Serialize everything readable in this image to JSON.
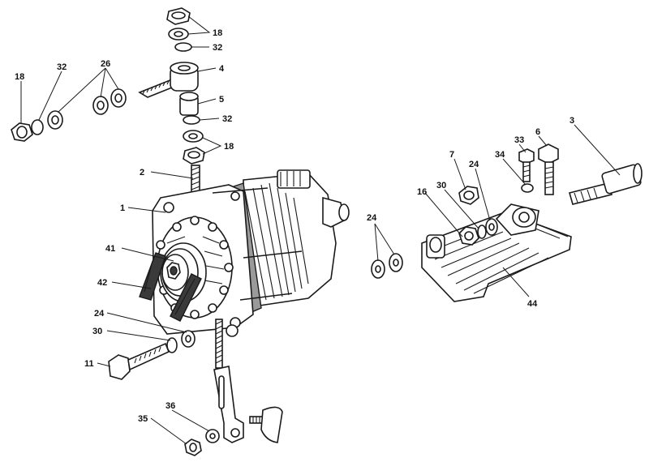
{
  "callouts": {
    "c1": "1",
    "c2": "2",
    "c3": "3",
    "c4": "4",
    "c5": "5",
    "c6": "6",
    "c7": "7",
    "c11": "11",
    "c16": "16",
    "c18_top": "18",
    "c18_left": "18",
    "c18_mid": "18",
    "c24_right": "24",
    "c24_bracket": "24",
    "c24_left": "24",
    "c26": "26",
    "c30_bracket": "30",
    "c30_left": "30",
    "c32_top": "32",
    "c32_left": "32",
    "c32_mid": "32",
    "c33": "33",
    "c34": "34",
    "c35": "35",
    "c36": "36",
    "c41": "41",
    "c42": "42",
    "c44": "44"
  }
}
